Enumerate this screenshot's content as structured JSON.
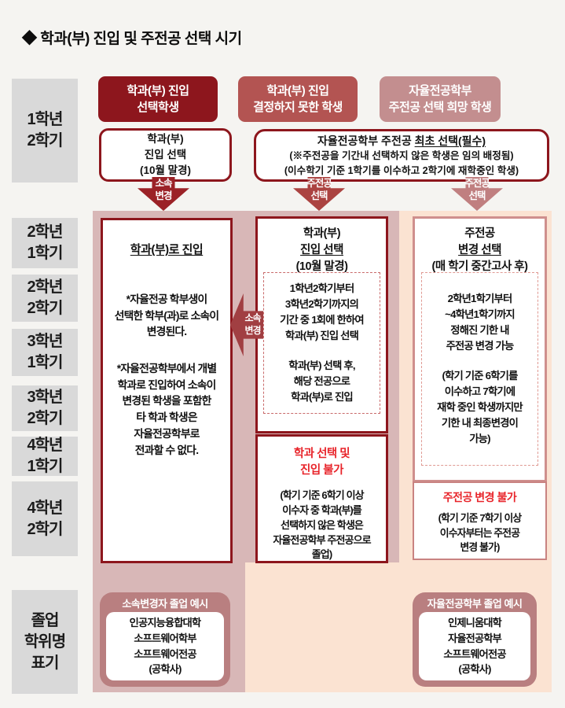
{
  "title": "◆ 학과(부) 진입 및 주전공 선택 시기",
  "timeline": {
    "rows": [
      {
        "label": "1학년\n2학기"
      },
      {
        "label": "2학년\n1학기"
      },
      {
        "label": "2학년\n2학기"
      },
      {
        "label": "3학년\n1학기"
      },
      {
        "label": "3학년\n2학기"
      },
      {
        "label": "4학년\n1학기"
      },
      {
        "label": "4학년\n2학기"
      },
      {
        "label": "졸업\n학위명\n표기"
      }
    ]
  },
  "columns": {
    "entry_selected": {
      "header": "학과(부) 진입\n선택학생",
      "first_box": "학과(부)\n진입 선택\n(10월 말경)",
      "arrow_label": "소속\n변경",
      "main_box": {
        "title": "학과(부)로 진입",
        "note1": "*자율전공 학부생이\n선택한 학부(과)로 소속이\n변경된다.",
        "note2": "*자율전공학부에서 개별\n학과로 진입하여 소속이\n변경된 학생을 포함한\n타 학과 학생은\n자율전공학부로\n전과할 수 없다."
      },
      "grad_example": {
        "header": "소속변경자 졸업 예시",
        "body": "인공지능융합대학\n소프트웨어학부\n소프트웨어전공\n(공학사)"
      }
    },
    "undecided": {
      "header": "학과(부) 진입\n결정하지 못한 학생",
      "arrow_label": "주전공\n선택",
      "main_box": {
        "title_line1": "학과(부)",
        "title_line2": "진입 선택",
        "title_line3": "(10월 말경)",
        "dashed_note1": "1학년2학기부터\n3학년2학기까지의\n기간 중 1회에 한하여\n학과(부) 진입 선택",
        "dashed_note2": "학과(부) 선택 후,\n해당 전공으로\n학과(부)로 진입"
      },
      "restriction_box": {
        "title": "학과 선택 및\n진입 불가",
        "body": "(학기 기준 6학기 이상\n이수자 중 학과(부)를\n선택하지 않은 학생은\n자율전공학부 주전공으로\n졸업)"
      }
    },
    "major_change": {
      "header": "자율전공학부\n주전공 선택 희망 학생",
      "arrow_label": "주전공\n선택",
      "main_box": {
        "title_line1": "주전공",
        "title_line2": "변경 선택",
        "title_line3": "(매 학기 중간고사 후)",
        "dashed_note1": "2학년1학기부터\n~4학년1학기까지\n정해진 기한 내\n주전공 변경 가능",
        "dashed_note2": "(학기 기준 6학기를\n이수하고 7학기에\n재학 중인 학생까지만\n기한 내 최종변경이\n가능)"
      },
      "restriction_box": {
        "title": "주전공 변경 불가",
        "body": "(학기 기준 7학기 이상\n이수자부터는 주전공\n변경 불가)"
      },
      "grad_example": {
        "header": "자율전공학부 졸업 예시",
        "body": "인제니움대학\n자율전공학부\n소프트웨어전공\n(공학사)"
      }
    }
  },
  "shared_first_box": {
    "line1_prefix": "자율전공학부 주전공 ",
    "line1_underlined": "최초 선택(필수)",
    "line2": "(※주전공을 기간내 선택하지 않은 학생은 임의 배정됨)",
    "line3": "(이수학기 기준 1학기를 이수하고 2학기에 재학중인 학생)"
  },
  "side_arrow_label": "소속\n변경",
  "colors": {
    "dark_red": "#8d161d",
    "medium_red": "#b35452",
    "dusty_rose": "#c38e8f",
    "mauve_panel": "#d8b7b7",
    "peach_panel": "#fbe3d2",
    "alert_red": "#e8242a",
    "example_rose": "#b97f80",
    "timeline_gray": "#d9d9d9"
  }
}
